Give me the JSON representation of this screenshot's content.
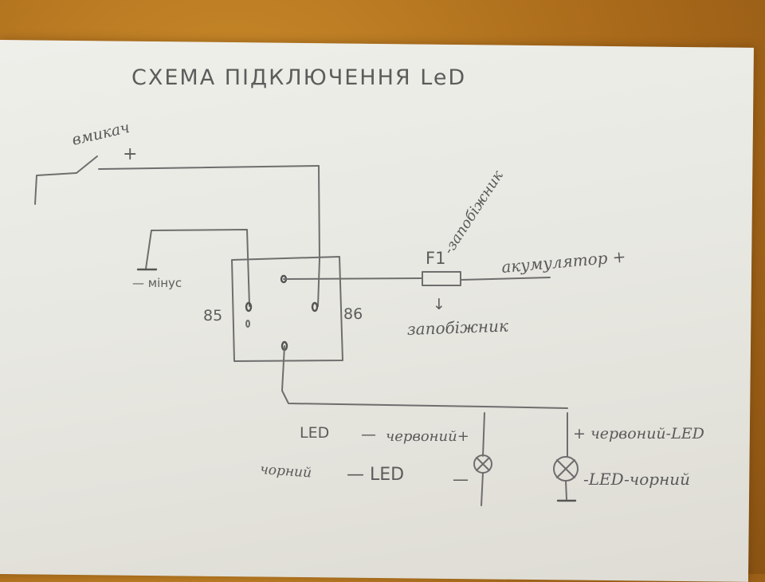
{
  "title": "СХЕМА ПІДКЛЮЧЕННЯ LeD",
  "labels": {
    "switch": "вмикач",
    "plus_top": "+",
    "minus": "— мінус",
    "pin_85": "85",
    "pin_86": "86",
    "fuse_id": "F1",
    "fuse_note_rotated": "-запобіжник",
    "battery": "акумулятор +",
    "fuse_arrow": "↓",
    "fuse_below": "запобіжник",
    "led1_top_left": "LED",
    "led1_top_dash": "—",
    "led1_top_right": "червоний+",
    "led1_bottom_left": "чорний",
    "led1_bottom_right": "— LED",
    "led1_minus": "—",
    "led2_top": "+ червоний-LED",
    "led2_bottom": "-LED-чорний"
  },
  "colors": {
    "background": "#a8691a",
    "paper": "#e8e8e2",
    "pencil": "#6e6e6e"
  }
}
